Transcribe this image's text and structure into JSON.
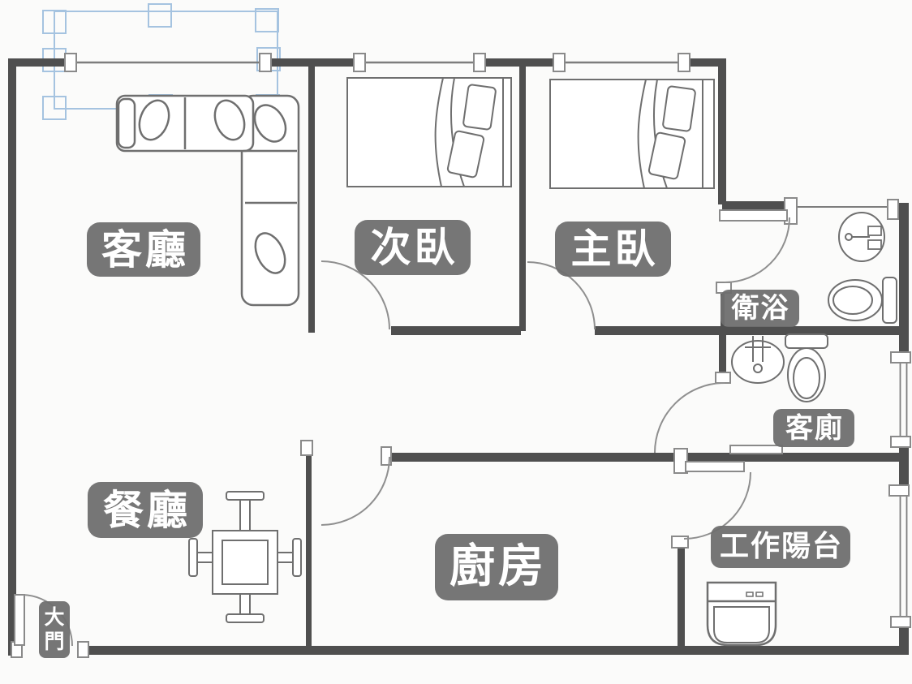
{
  "title": "apartment-floor-plan",
  "rooms": {
    "living_room": "客廳",
    "second_bedroom": "次臥",
    "master_bedroom": "主臥",
    "bathroom": "衛浴",
    "guest_toilet": "客廁",
    "dining_room": "餐廳",
    "kitchen": "廚房",
    "work_balcony": "工作陽台",
    "main_door": "大門"
  },
  "fixtures": [
    "sofa",
    "bed-second-bedroom",
    "bed-master-bedroom",
    "dining-table-with-chairs",
    "washing-machine",
    "bathroom-sink",
    "bathroom-toilet",
    "guest-toilet-sink",
    "guest-toilet-toilet",
    "entry-door",
    "door-arcs",
    "windows"
  ],
  "overlay": {
    "type": "selection-rectangle-with-handles",
    "handle_count": 8,
    "color": "#a5c3e0"
  },
  "colors": {
    "wall": "#4f4f4f",
    "thin_line": "#7d7d7d",
    "furniture_stroke": "#6f6f6f",
    "label_background": "#6f6f6f",
    "label_text": "#ffffff",
    "overlay_blue": "#a5c3e0",
    "background": "#fbfbfa"
  }
}
